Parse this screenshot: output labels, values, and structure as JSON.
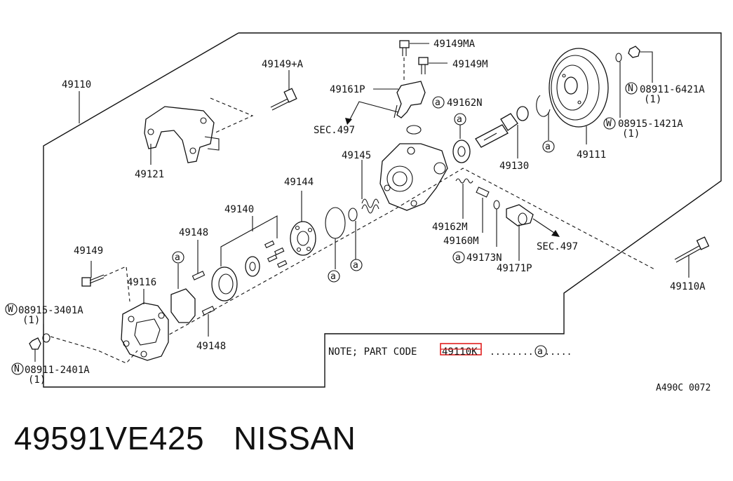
{
  "part_labels": {
    "p49110": "49110",
    "p49121": "49121",
    "p49149A": "49149+A",
    "p49149MA": "49149MA",
    "p49149M": "49149M",
    "p49161P": "49161P",
    "sec497_top": "SEC.497",
    "p49162N": "49162N",
    "p49145": "49145",
    "p49144": "49144",
    "p49140": "49140",
    "p49148_top": "49148",
    "p49149": "49149",
    "p49116": "49116",
    "w08915_3401A": "08915-3401A",
    "w08915_3401A_qty": "(1)",
    "n08911_2401A": "08911-2401A",
    "n08911_2401A_qty": "(1)",
    "p49148_bottom": "49148",
    "p49130": "49130",
    "p49111": "49111",
    "n08911_6421A": "08911-6421A",
    "n08911_6421A_qty": "(1)",
    "w08915_1421A": "08915-1421A",
    "w08915_1421A_qty": "(1)",
    "p49162M": "49162M",
    "p49160M": "49160M",
    "p49173N": "49173N",
    "p49171P": "49171P",
    "sec497_right": "SEC.497",
    "p49110A": "49110A"
  },
  "markers": {
    "w": "W",
    "n": "N",
    "a": "a"
  },
  "note": {
    "prefix": "NOTE; PART CODE",
    "code": "49110K",
    "dots": "...............",
    "marker": "a"
  },
  "diagram_code": "A490C 0072",
  "footer": {
    "part_number": "49591VE425",
    "brand": "NISSAN"
  },
  "highlight_color": "#e02020"
}
